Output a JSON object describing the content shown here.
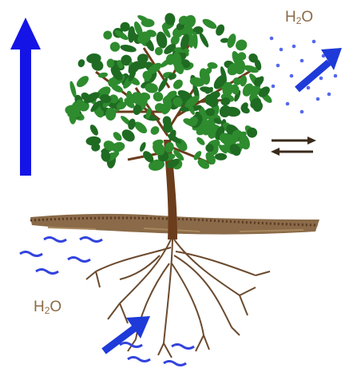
{
  "labels": {
    "air_water": {
      "base": "H",
      "sub": "2",
      "rest": "O"
    },
    "soil_water": {
      "base": "H",
      "sub": "2",
      "rest": "O"
    }
  },
  "colors": {
    "arrow": "#1414e6",
    "trunk": "#6b3d1c",
    "leaf": "#2e8b2e",
    "leaf_dark": "#1f6b22",
    "soil": "#7a5a3a",
    "water": "#3344dd",
    "vapor": "#5566ee",
    "text": "#8b6b46",
    "exchange_arrow": "#3a2a1a"
  },
  "icons": [
    "upward-arrow-icon",
    "evaporation-arrow-icon",
    "gas-exchange-arrows-icon",
    "absorption-arrow-icon",
    "tree-icon",
    "roots-icon",
    "soil-line-icon",
    "water-waves-icon"
  ]
}
